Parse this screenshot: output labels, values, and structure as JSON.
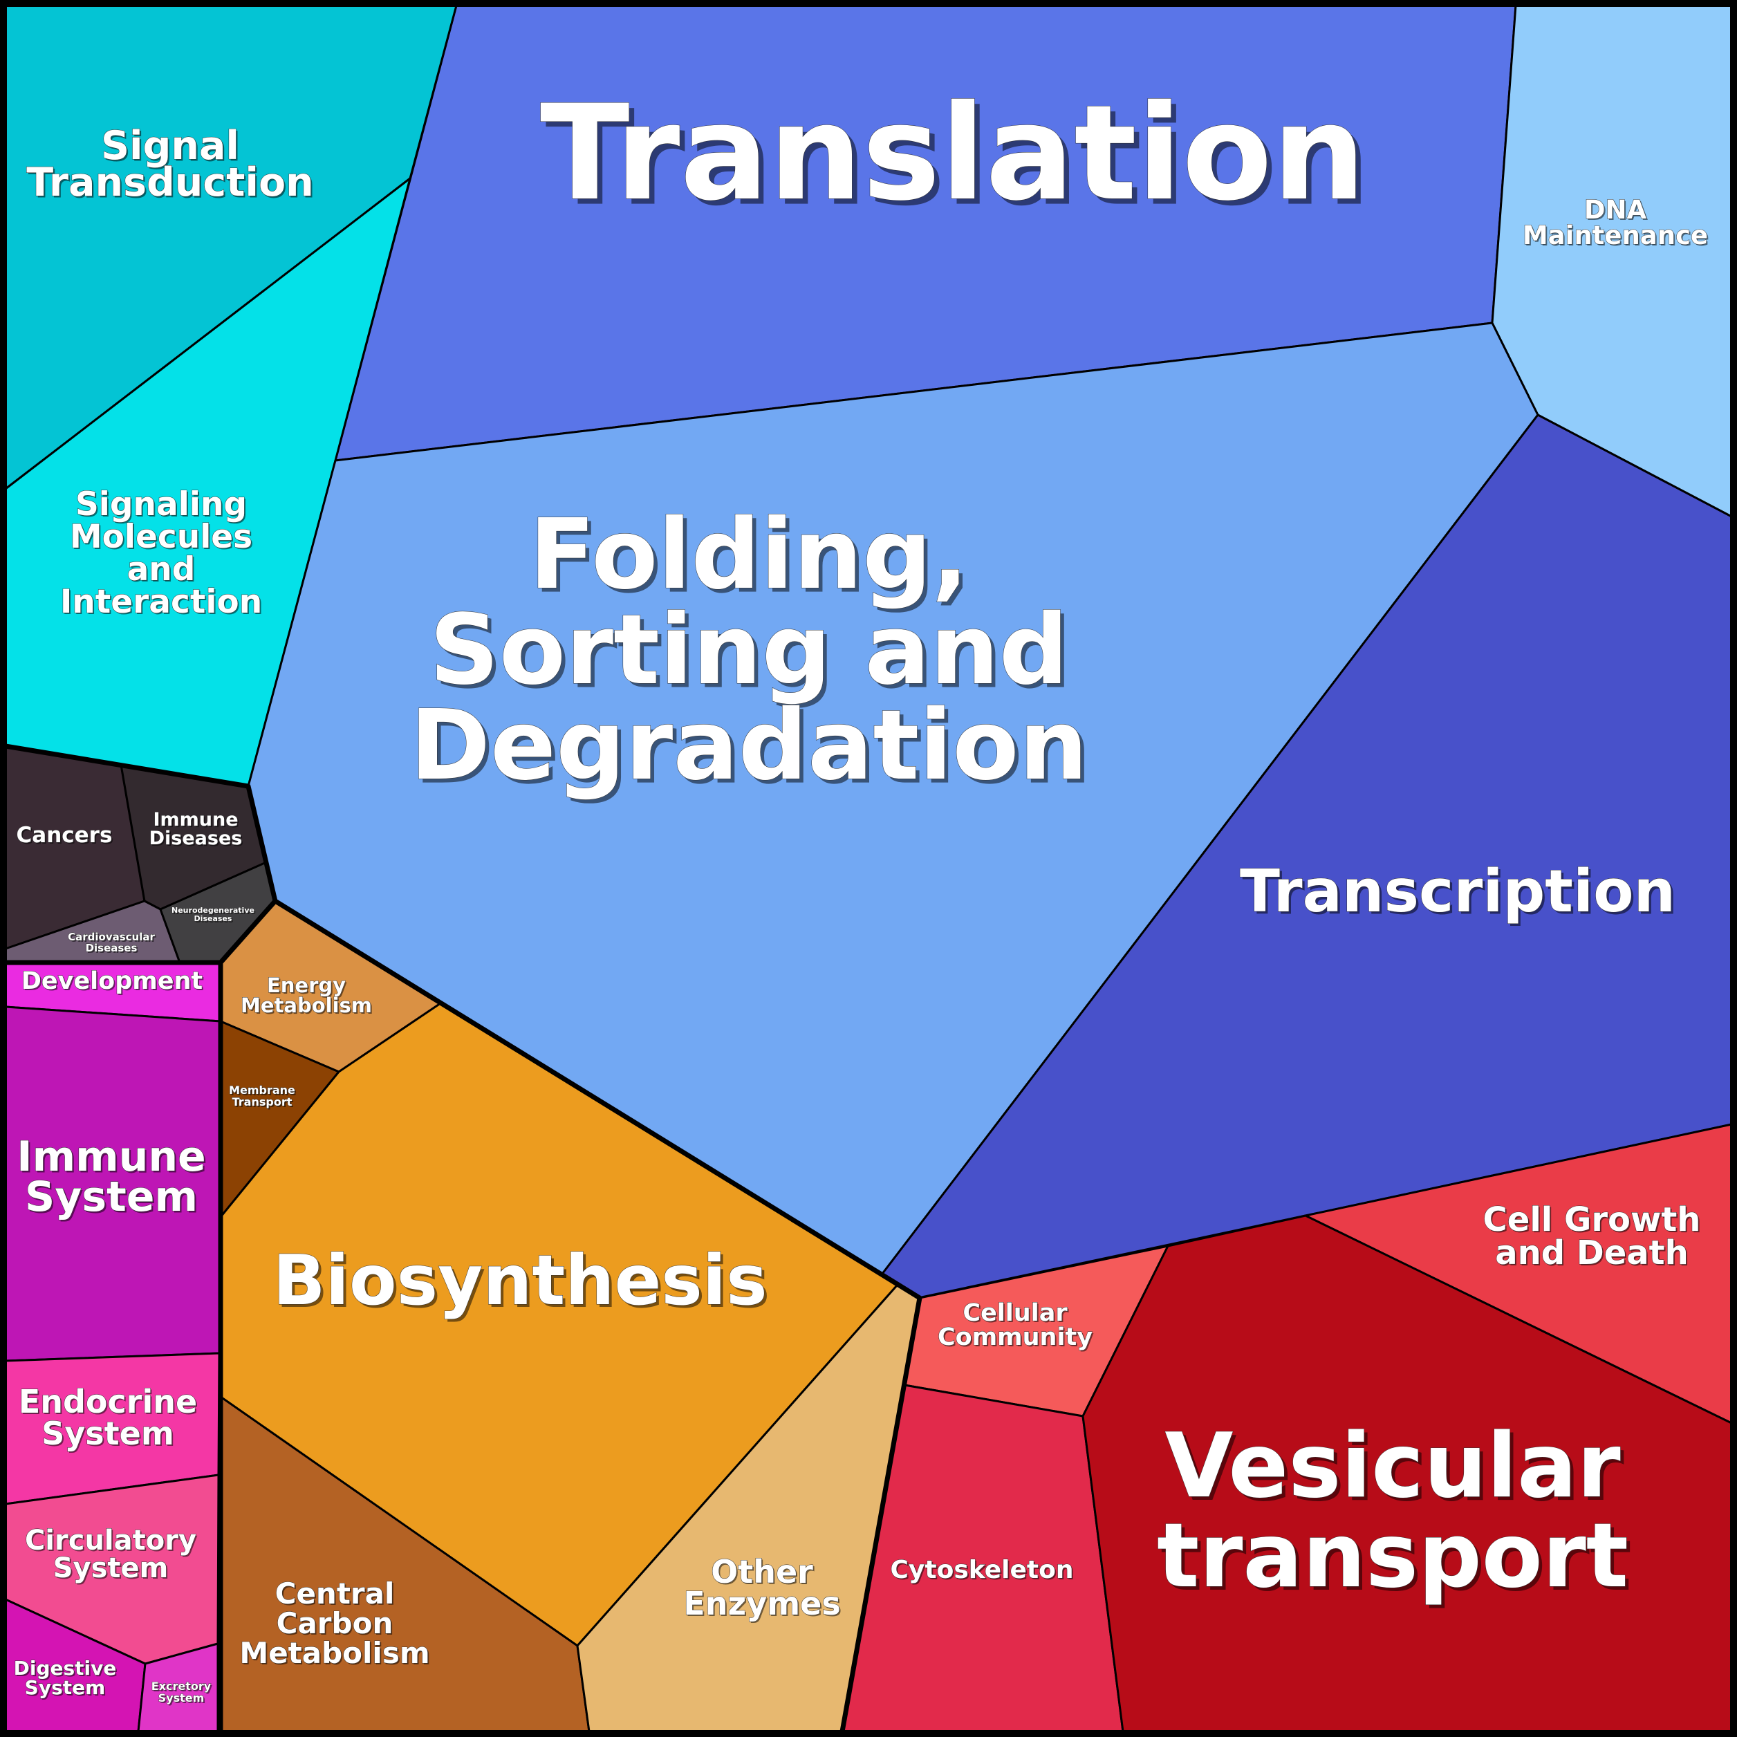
{
  "chart_data": {
    "type": "voronoi-treemap",
    "cells": [
      {
        "id": "translation",
        "label": [
          "Translation"
        ],
        "color": "#5A75E8"
      },
      {
        "id": "signal-transduction",
        "label": [
          "Signal",
          "Transduction"
        ],
        "color": "#04C4D4"
      },
      {
        "id": "signaling-molecules",
        "label": [
          "Signaling",
          "Molecules",
          "and",
          "Interaction"
        ],
        "color": "#04E1E8"
      },
      {
        "id": "dna-maintenance",
        "label": [
          "DNA",
          "Maintenance"
        ],
        "color": "#91CCFB"
      },
      {
        "id": "folding-sorting",
        "label": [
          "Folding,",
          "Sorting and",
          "Degradation"
        ],
        "color": "#72A8F3"
      },
      {
        "id": "transcription",
        "label": [
          "Transcription"
        ],
        "color": "#4851CA"
      },
      {
        "id": "cancers",
        "label": [
          "Cancers"
        ],
        "color": "#3A2B34"
      },
      {
        "id": "immune-diseases",
        "label": [
          "Immune",
          "Diseases"
        ],
        "color": "#332A2F"
      },
      {
        "id": "cardiovascular-diseases",
        "label": [
          "Cardiovascular",
          "Diseases"
        ],
        "color": "#6D5C72"
      },
      {
        "id": "neurodegenerative-diseases",
        "label": [
          "Neurodegenerative",
          "Diseases"
        ],
        "color": "#414042"
      },
      {
        "id": "development",
        "label": [
          "Development"
        ],
        "color": "#EA2BE1"
      },
      {
        "id": "immune-system",
        "label": [
          "Immune",
          "System"
        ],
        "color": "#BE16B5"
      },
      {
        "id": "endocrine-system",
        "label": [
          "Endocrine",
          "System"
        ],
        "color": "#F437A5"
      },
      {
        "id": "circulatory-system",
        "label": [
          "Circulatory",
          "System"
        ],
        "color": "#F24C91"
      },
      {
        "id": "digestive-system",
        "label": [
          "Digestive",
          "System"
        ],
        "color": "#D414B3"
      },
      {
        "id": "excretory-system",
        "label": [
          "Excretory",
          "System"
        ],
        "color": "#E035C7"
      },
      {
        "id": "energy-metabolism",
        "label": [
          "Energy",
          "Metabolism"
        ],
        "color": "#DA9144"
      },
      {
        "id": "membrane-transport",
        "label": [
          "Membrane",
          "Transport"
        ],
        "color": "#8C4203"
      },
      {
        "id": "biosynthesis",
        "label": [
          "Biosynthesis"
        ],
        "color": "#EC9C1F"
      },
      {
        "id": "central-carbon-metabolism",
        "label": [
          "Central",
          "Carbon",
          "Metabolism"
        ],
        "color": "#B46224"
      },
      {
        "id": "other-enzymes",
        "label": [
          "Other",
          "Enzymes"
        ],
        "color": "#E7B870"
      },
      {
        "id": "cellular-community",
        "label": [
          "Cellular",
          "Community"
        ],
        "color": "#F55A5A"
      },
      {
        "id": "cell-growth-death",
        "label": [
          "Cell Growth",
          "and Death"
        ],
        "color": "#EA3C48"
      },
      {
        "id": "cytoskeleton",
        "label": [
          "Cytoskeleton"
        ],
        "color": "#E22A4B"
      },
      {
        "id": "vesicular-transport",
        "label": [
          "Vesicular",
          "transport"
        ],
        "color": "#B70C18"
      }
    ]
  }
}
